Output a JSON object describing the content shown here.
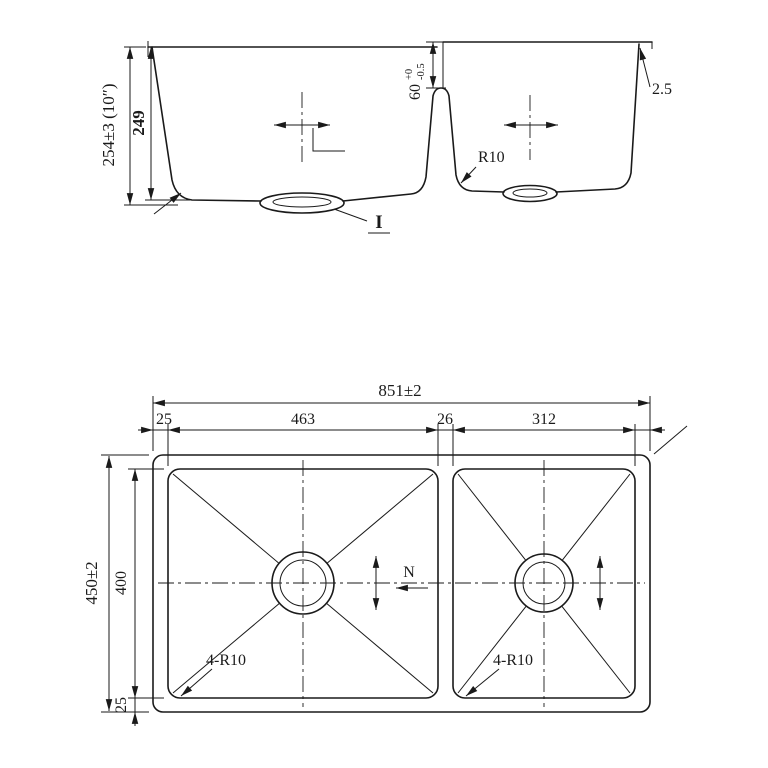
{
  "section_view": {
    "dim_overall_depth": "254±3 (10″)",
    "dim_bowl_depth": "249",
    "dim_divider_value": "60",
    "dim_divider_tol_upper": "+0",
    "dim_divider_tol_lower": "-0.5",
    "dim_rim_radius": "2.5",
    "dim_corner_radius": "R10",
    "label_section": "I"
  },
  "plan_view": {
    "dim_overall_width": "851±2",
    "dim_left_margin": "25",
    "dim_left_bowl_width": "463",
    "dim_divider_width": "26",
    "dim_right_bowl_width": "312",
    "dim_overall_depth": "450±2",
    "dim_bowl_depth": "400",
    "dim_bottom_margin": "25",
    "label_left_corner_radius": "4-R10",
    "label_right_corner_radius": "4-R10",
    "label_direction": "N"
  }
}
